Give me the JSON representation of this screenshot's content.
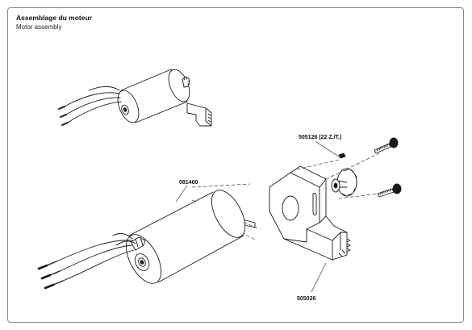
{
  "header": {
    "title": "Assemblage du moteur",
    "subtitle": "Motor assembly"
  },
  "parts": {
    "motor": "081460",
    "pinion": "505126 (22 Z./T.)",
    "mount": "505026"
  },
  "colors": {
    "line": "#1a1a1a",
    "frame": "#8a8a8a",
    "background": "#ffffff"
  }
}
